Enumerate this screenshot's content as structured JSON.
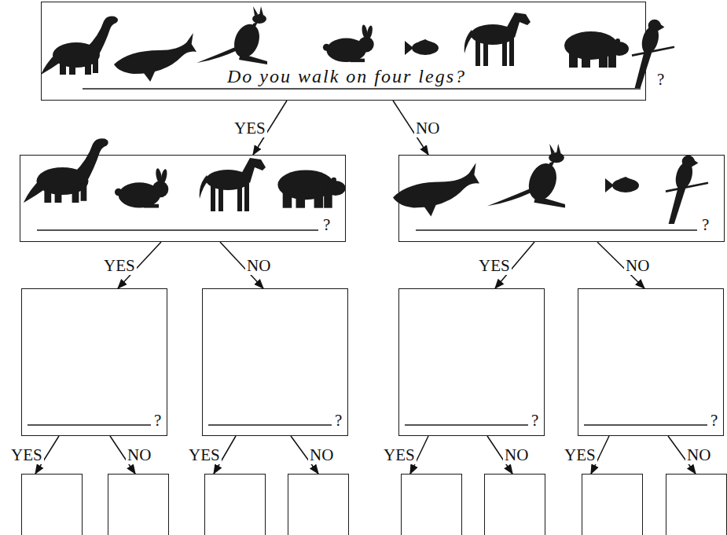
{
  "diagram": {
    "nodes": [
      {
        "text": [
          "Do you walk on four legs?",
          "?"
        ]
      },
      {
        "text": [
          "?"
        ]
      },
      {
        "text": [
          "?"
        ]
      },
      {
        "text": [
          "?"
        ]
      },
      {
        "text": [
          "?"
        ]
      },
      {
        "text": [
          "?"
        ]
      },
      {
        "text": [
          "?"
        ]
      },
      {
        "text": []
      },
      {
        "text": []
      },
      {
        "text": []
      },
      {
        "text": []
      },
      {
        "text": []
      },
      {
        "text": []
      },
      {
        "text": []
      },
      {
        "text": []
      }
    ],
    "edges": [
      {
        "from": 0,
        "to": 1,
        "label": "YES",
        "arrow": "to"
      },
      {
        "from": 0,
        "to": 2,
        "label": "NO",
        "arrow": "to"
      },
      {
        "from": 1,
        "to": 3,
        "label": "YES",
        "arrow": "to"
      },
      {
        "from": 1,
        "to": 4,
        "label": "NO",
        "arrow": "to"
      },
      {
        "from": 2,
        "to": 5,
        "label": "YES",
        "arrow": "to"
      },
      {
        "from": 2,
        "to": 6,
        "label": "NO",
        "arrow": "to"
      },
      {
        "from": 3,
        "to": 7,
        "label": "YES",
        "arrow": "to"
      },
      {
        "from": 3,
        "to": 8,
        "label": "NO",
        "arrow": "to"
      },
      {
        "from": 4,
        "to": 9,
        "label": "YES",
        "arrow": "to"
      },
      {
        "from": 4,
        "to": 10,
        "label": "NO",
        "arrow": "to"
      },
      {
        "from": 5,
        "to": 11,
        "label": "YES",
        "arrow": "to"
      },
      {
        "from": 5,
        "to": 12,
        "label": "NO",
        "arrow": "to"
      },
      {
        "from": 6,
        "to": 13,
        "label": "YES",
        "arrow": "to"
      },
      {
        "from": 6,
        "to": 14,
        "label": "NO",
        "arrow": "to"
      }
    ]
  }
}
